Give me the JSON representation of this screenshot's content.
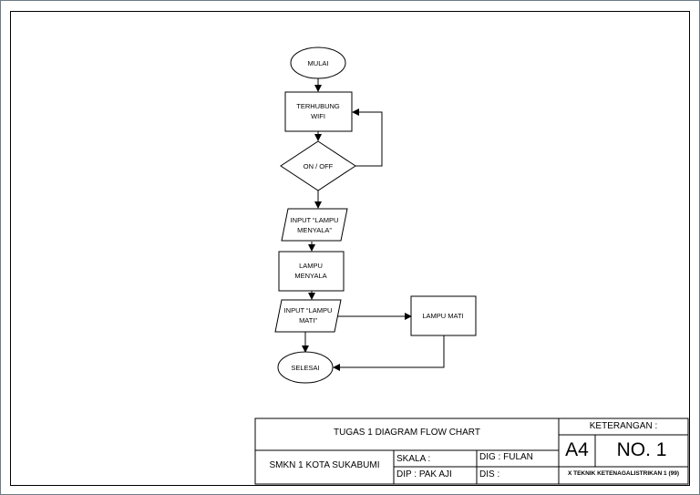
{
  "flowchart": {
    "start": "MULAI",
    "wifi_line1": "TERHUBUNG",
    "wifi_line2": "WIFI",
    "decision": "ON / OFF",
    "input_on_line1": "INPUT “LAMPU",
    "input_on_line2": "MENYALA”",
    "lamp_on_line1": "LAMPU",
    "lamp_on_line2": "MENYALA",
    "input_off_line1": "INPUT “LAMPU",
    "input_off_line2": "MATI”",
    "lamp_off": "LAMPU MATI",
    "end": "SELESAI"
  },
  "title_block": {
    "title": "TUGAS 1 DIAGRAM FLOW CHART",
    "keterangan": "KETERANGAN :",
    "school": "SMKN 1 KOTA SUKABUMI",
    "skala": "SKALA :",
    "dig": "DIG : FULAN",
    "dip": "DIP : PAK AJI",
    "dis": "DIS :",
    "paper": "A4",
    "number": "NO. 1",
    "class_info": "X TEKNIK KETENAGALISTRIKAN 1 (99)"
  }
}
